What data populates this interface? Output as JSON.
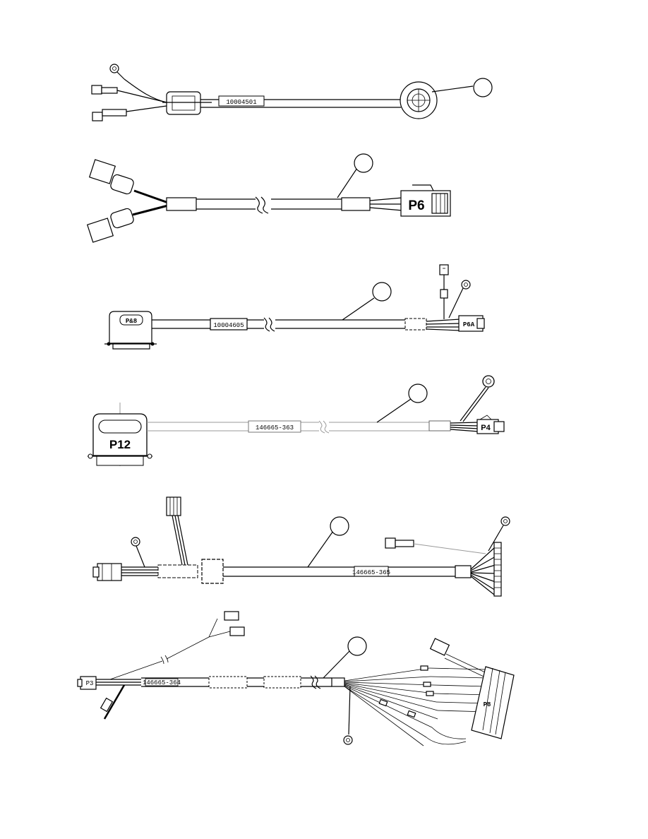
{
  "harnesses": [
    {
      "cable_label": "10004501"
    },
    {
      "connector_label": "P6"
    },
    {
      "cable_label": "10004605",
      "connector_left": "P&8",
      "connector_right": "P6A"
    },
    {
      "cable_label": "146665-363",
      "connector_left": "P12",
      "connector_right": "P4"
    },
    {
      "cable_label": "146665-365"
    },
    {
      "cable_label": "146665-364",
      "connector_left": "P3",
      "connector_right": "P8"
    }
  ]
}
